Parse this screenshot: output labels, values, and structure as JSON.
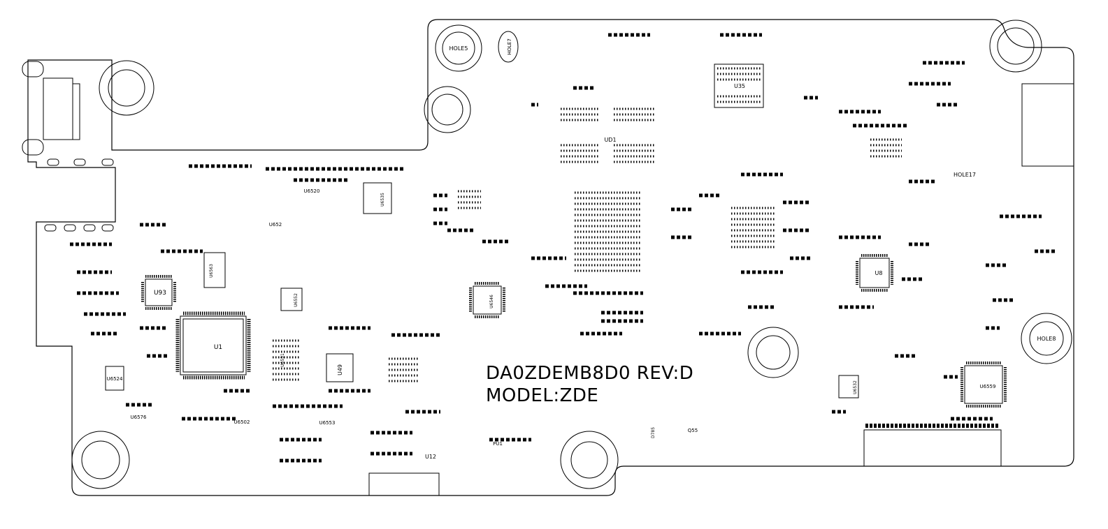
{
  "board": {
    "part_number_line": "DA0ZDEMB8D0 REV:D",
    "model_line": "MODEL:ZDE"
  },
  "holes": {
    "hole5": "HOLE5",
    "hole7": "HOLE7",
    "hole8": "HOLE8",
    "hole17": "HOLE17"
  },
  "chips": {
    "u1": "U1",
    "u93": "U93",
    "u49": "U49",
    "u8": "U8",
    "u35": "U35",
    "u12": "U12",
    "ud1": "UD1",
    "u6559": "U6559",
    "u6524": "U6524",
    "u6546": "U6546",
    "u6552": "U6552",
    "u6563": "U6563",
    "u6576": "U6576",
    "u6553": "U6553",
    "u6520": "U6520",
    "u6532": "U6532",
    "u652": "U652",
    "u6502": "U6502",
    "u6535": "U6535",
    "u6551": "U6551"
  },
  "components": {
    "pu1": "PU1",
    "q55": "Q55",
    "d785": "D785"
  }
}
